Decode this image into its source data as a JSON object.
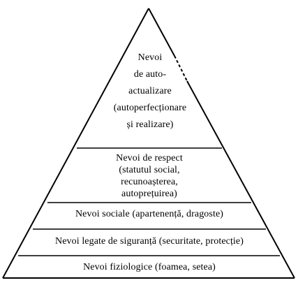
{
  "pyramid": {
    "levels": [
      {
        "id": "self-actualization",
        "lines": [
          "Nevoi",
          "de auto-",
          "actualizare",
          "(autoperfecționare",
          "și realizare)"
        ]
      },
      {
        "id": "esteem",
        "lines": [
          "Nevoi de respect",
          "(statutul social,",
          "recunoașterea,",
          "autoprețuirea)"
        ]
      },
      {
        "id": "social",
        "lines": [
          "Nevoi sociale (apartenență, dragoste)"
        ]
      },
      {
        "id": "safety",
        "lines": [
          "Nevoi legate de siguranță (securitate, protecție)"
        ]
      },
      {
        "id": "physiological",
        "lines": [
          "Nevoi fiziologice (foamea, setea)"
        ]
      }
    ],
    "colors": {
      "stroke": "#000000",
      "fill": "#ffffff",
      "text": "#000000"
    }
  }
}
